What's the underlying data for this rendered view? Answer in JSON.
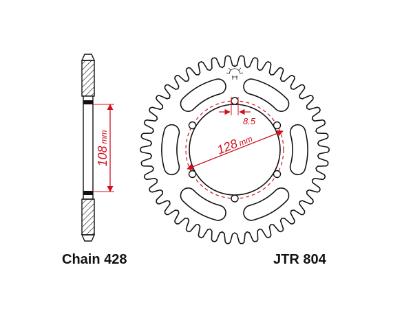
{
  "side_view": {
    "dimension_label": "108",
    "dimension_unit": "mm"
  },
  "front_view": {
    "diameter_label": "128",
    "diameter_unit": "mm",
    "hole_label": "8.5"
  },
  "captions": {
    "chain": "Chain 428",
    "part_number": "JTR 804"
  },
  "colors": {
    "outline": "#111111",
    "dimension": "#d0101f"
  }
}
